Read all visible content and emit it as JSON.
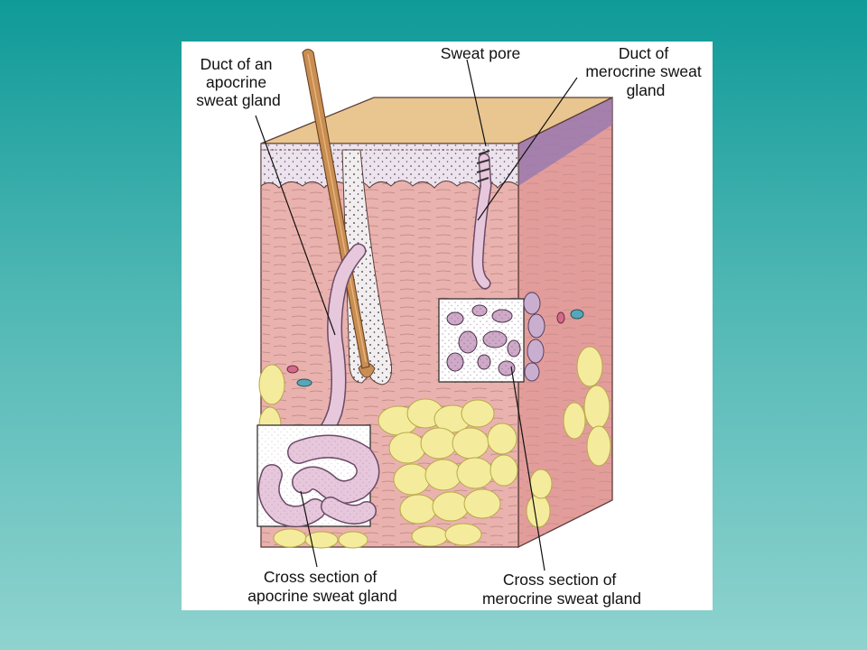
{
  "labels": {
    "apocrine_duct": [
      "Duct of an",
      "apocrine",
      "sweat gland"
    ],
    "sweat_pore": [
      "Sweat pore"
    ],
    "merocrine_duct": [
      "Duct of",
      "merocrine sweat",
      "gland"
    ],
    "apocrine_cross": [
      "Cross section of",
      "apocrine sweat gland"
    ],
    "merocrine_cross": [
      "Cross section of",
      "merocrine sweat gland"
    ]
  },
  "colors": {
    "background_top": "#0f9a98",
    "background_bottom": "#8fd3cf",
    "dermis": "#eab2ae",
    "epidermis_surface": "#e9c690",
    "epidermis_layer": "#ece3ee",
    "fat": "#f4ec9c",
    "gland": "#e7c7dc",
    "hair": "#c98e52"
  }
}
